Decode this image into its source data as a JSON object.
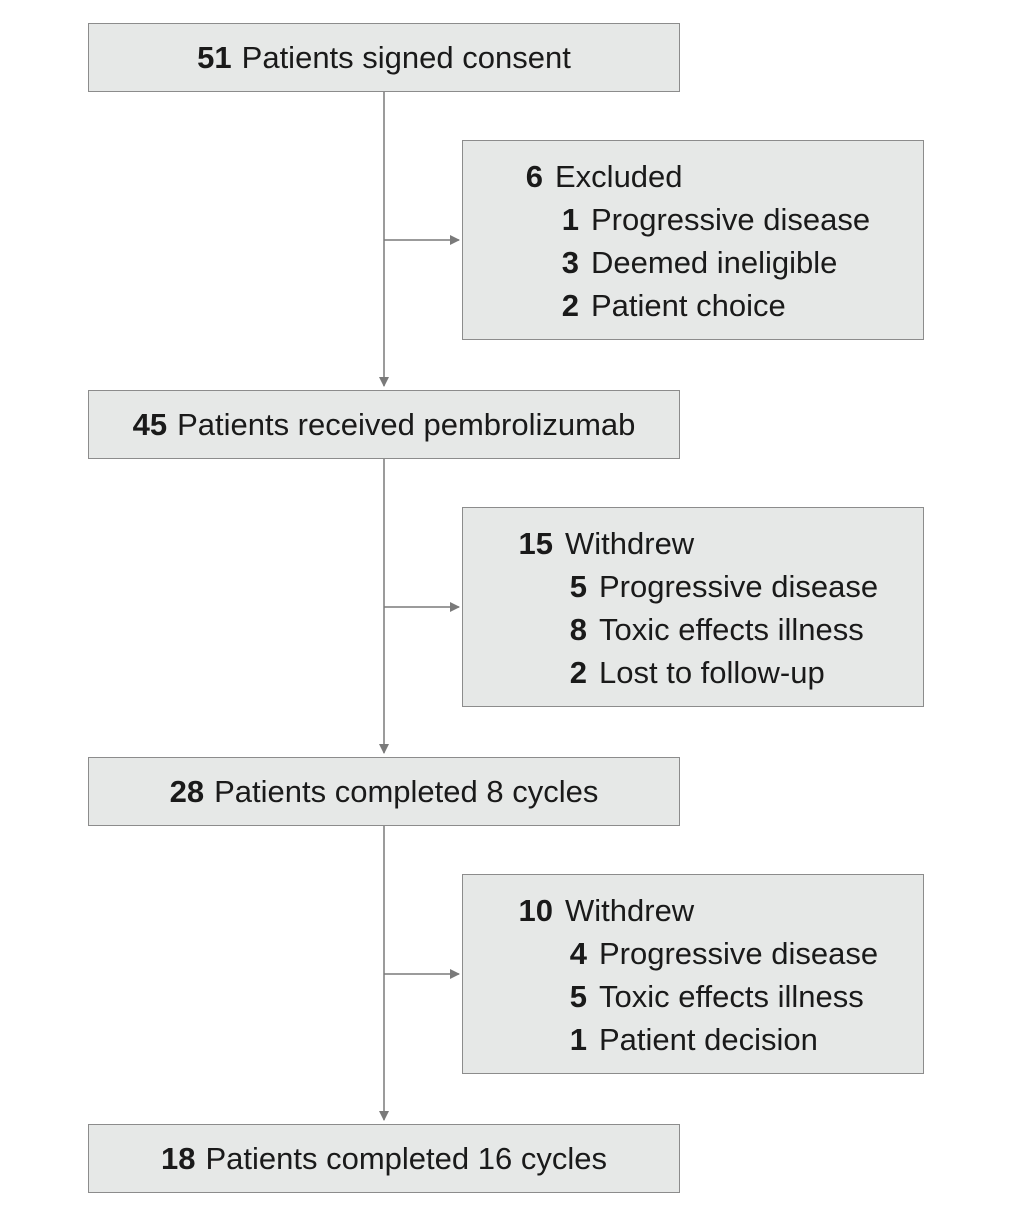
{
  "steps": [
    {
      "count": "51",
      "label": "Patients signed consent"
    },
    {
      "count": "45",
      "label": "Patients received pembrolizumab"
    },
    {
      "count": "28",
      "label": "Patients completed 8 cycles"
    },
    {
      "count": "18",
      "label": "Patients completed 16 cycles"
    }
  ],
  "exits": [
    {
      "count": "6",
      "label": "Excluded",
      "reasons": [
        {
          "count": "1",
          "label": "Progressive disease"
        },
        {
          "count": "3",
          "label": "Deemed ineligible"
        },
        {
          "count": "2",
          "label": "Patient choice"
        }
      ]
    },
    {
      "count": "15",
      "label": "Withdrew",
      "reasons": [
        {
          "count": "5",
          "label": "Progressive disease"
        },
        {
          "count": "8",
          "label": "Toxic effects illness"
        },
        {
          "count": "2",
          "label": "Lost to follow-up"
        }
      ]
    },
    {
      "count": "10",
      "label": "Withdrew",
      "reasons": [
        {
          "count": "4",
          "label": "Progressive disease"
        },
        {
          "count": "5",
          "label": "Toxic effects illness"
        },
        {
          "count": "1",
          "label": "Patient decision"
        }
      ]
    }
  ],
  "colors": {
    "box_fill": "#e6e8e7",
    "box_border": "#8c8c8c",
    "connector": "#7a7a7a",
    "text": "#1a1a1a"
  }
}
